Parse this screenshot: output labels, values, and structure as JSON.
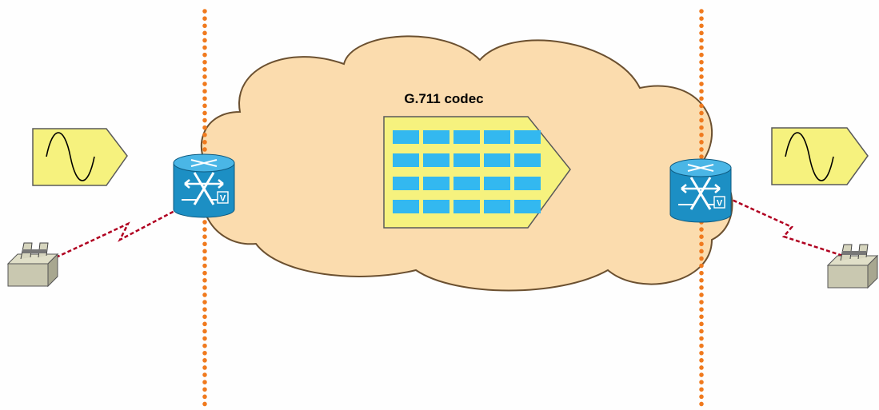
{
  "diagram": {
    "codec_label": "G.711 codec",
    "router_badge": "V",
    "colors": {
      "background": "#fefefe",
      "cloud_fill": "#fbdcae",
      "cloud_stroke": "#6b5030",
      "boundary_dots": "#f07a1e",
      "signal_box_fill": "#f6f27e",
      "signal_box_stroke": "#5a5a5a",
      "codec_cell": "#33b8f0",
      "router_body": "#1c8fc4",
      "router_top": "#4ab6e6",
      "serial_link": "#b00020"
    },
    "left_endpoint": {
      "phone_icon": "telephone-icon",
      "router_icon": "voice-router-icon",
      "signal_icon": "analog-sine-wave-icon"
    },
    "right_endpoint": {
      "phone_icon": "telephone-icon",
      "router_icon": "voice-router-icon",
      "signal_icon": "analog-sine-wave-icon"
    },
    "codec_grid": {
      "rows": 4,
      "columns": 5
    }
  }
}
